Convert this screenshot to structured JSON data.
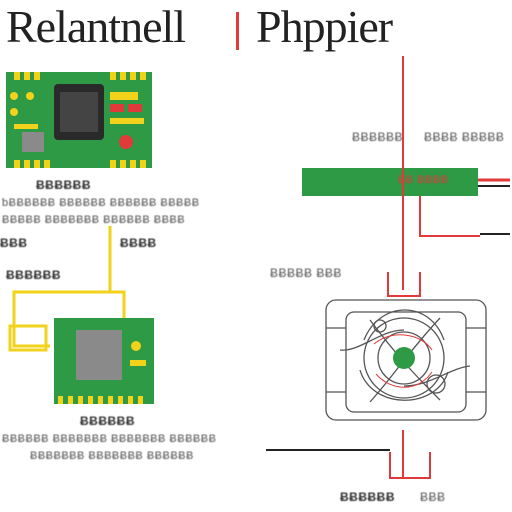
{
  "title": {
    "left": "Relantnell",
    "right": "Phppier"
  },
  "labels": {
    "top_left_header": "ɃɃɃɃɃɃ",
    "top_left_line1": "ƅɃɃɃɃɃɃ ɃɃɃɃɃɃ ɃɃɃɃɃɃ ɃɃɃɃɃ",
    "top_left_line2": "ɃɃɃɃɃ ɃɃɃɃɃɃɃ ɃɃɃɃɃɃ ɃɃɃɃ",
    "mid_left_a": "ɃɃɃ",
    "mid_left_b": "ɃɃɃɃ",
    "mid_left_c": "ɃɃɃɃɃɃ",
    "bottom_left_header": "ɃɃɃɃɃɃ",
    "bottom_left_line1": "ɃɃɃɃɃɃ ɃɃɃɃɃɃɃ ɃɃɃɃɃɃɃ ɃɃɃɃɃɃ",
    "bottom_left_line2": "ɃɃɃɃɃɃɃ ɃɃɃɃɃɃɃ ɃɃɃɃɃɃ",
    "top_right_a": "ɃɃɃɃɃɃ",
    "top_right_b": "ɃɃɃɃ ɃɃɃɃɃ",
    "green_bar_label": "ɃɃ ɃɃɃɃ",
    "mid_right": "ɃɃɃɃɃ ɃɃɃ",
    "bottom_right_a": "ɃɃɃɃɃɃ",
    "bottom_right_b": "ɃɃɃ"
  },
  "colors": {
    "pcb_green": "#2e9a45",
    "chip_dark": "#2a2a2a",
    "chip_grey": "#8a8a8a",
    "trace_yellow": "#f2d21a",
    "wire_red": "#e03a3a",
    "wire_black": "#222222"
  }
}
